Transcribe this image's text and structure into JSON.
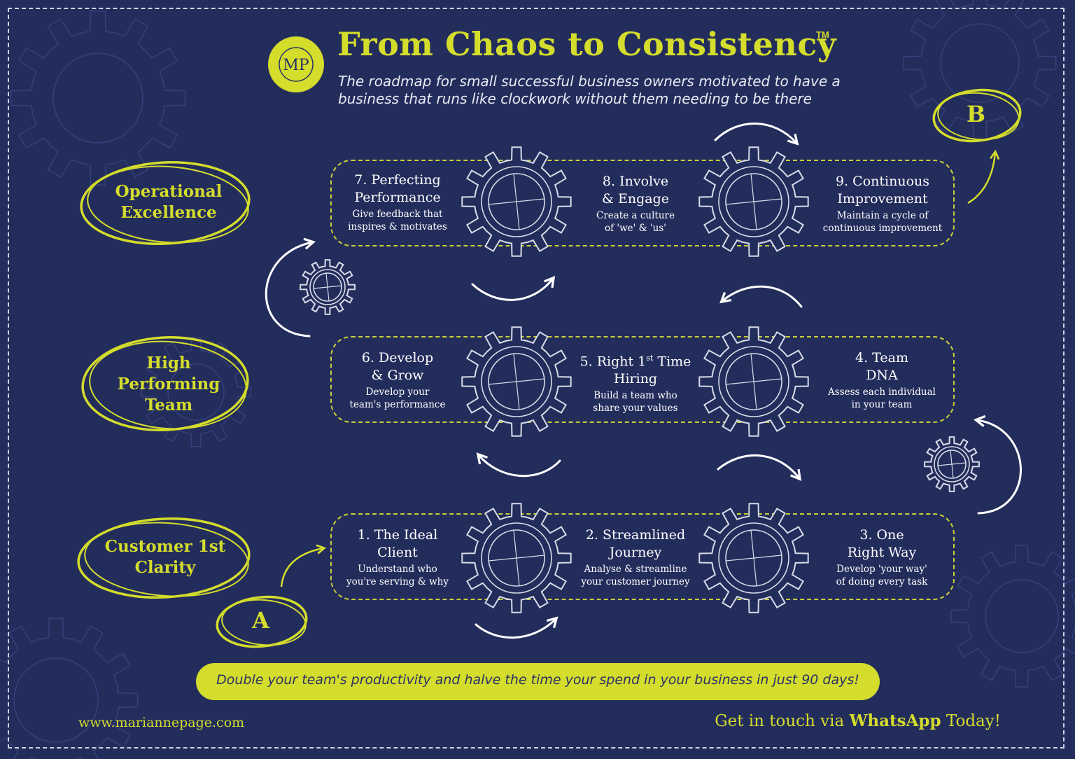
{
  "header": {
    "logo_text": "MP",
    "title": "From Chaos to Consistency",
    "trademark": "TM",
    "subtitle_line1": "The roadmap for small successful business owners motivated to have a",
    "subtitle_line2": "business that runs like clockwork without them needing to be there"
  },
  "stages": [
    {
      "label": "Operational\nExcellence"
    },
    {
      "label": "High\nPerforming\nTeam"
    },
    {
      "label": "Customer 1st\nClarity"
    }
  ],
  "points": {
    "start": "A",
    "end": "B"
  },
  "steps": [
    {
      "title": "1. The Ideal\nClient",
      "desc": "Understand who\nyou're serving & why"
    },
    {
      "title": "2. Streamlined\nJourney",
      "desc": "Analyse & streamline\nyour customer journey"
    },
    {
      "title": "3. One\nRight Way",
      "desc": "Develop 'your way'\nof doing every task"
    },
    {
      "title": "4. Team\nDNA",
      "desc": "Assess each individual\nin your team"
    },
    {
      "title_pre": "5. Right 1",
      "title_sup": "st",
      "title_post": " Time\nHiring",
      "desc": "Build a team who\nshare your values"
    },
    {
      "title": "6. Develop\n& Grow",
      "desc": "Develop your\nteam's performance"
    },
    {
      "title": "7. Perfecting\nPerformance",
      "desc": "Give feedback that\ninspires & motivates"
    },
    {
      "title": "8. Involve\n& Engage",
      "desc": "Create a culture\nof 'we' & 'us'"
    },
    {
      "title": "9. Continuous\nImprovement",
      "desc": "Maintain a cycle of\ncontinuous improvement"
    }
  ],
  "cta": "Double your team's productivity and halve the time your spend in your business in just 90 days!",
  "footer": {
    "website": "www.mariannepage.com",
    "contact_pre": "Get in touch via ",
    "contact_bold": "WhatsApp",
    "contact_post": " Today!"
  },
  "colors": {
    "background": "#232d5c",
    "accent": "#d4dc2c",
    "text": "#ffffff"
  },
  "icons": [
    "gear-icon",
    "curved-arrow-icon",
    "logo-icon"
  ]
}
